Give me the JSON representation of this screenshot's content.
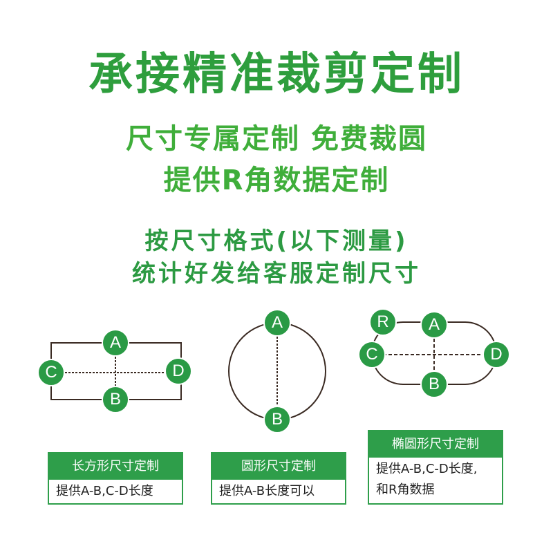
{
  "headline": "承接精准裁剪定制",
  "subline1": "尺寸专属定制 免费裁圆",
  "subline2": "提供R角数据定制",
  "instruction1": "按尺寸格式(以下测量)",
  "instruction2": "统计好发给客服定制尺寸",
  "markers": {
    "a": "A",
    "b": "B",
    "c": "C",
    "d": "D",
    "r": "R"
  },
  "rect_box": {
    "title": "长方形尺寸定制",
    "desc": "提供A-B,C-D长度"
  },
  "circle_box": {
    "title": "圆形尺寸定制",
    "desc": "提供A-B长度可以"
  },
  "oval_box": {
    "title": "椭圆形尺寸定制",
    "desc_line1": "提供A-B,C-D长度,",
    "desc_line2": "和R角数据"
  },
  "colors": {
    "green": "#2e9e4a",
    "title_green": "#2e9e3d",
    "outline": "#3a2a22"
  }
}
